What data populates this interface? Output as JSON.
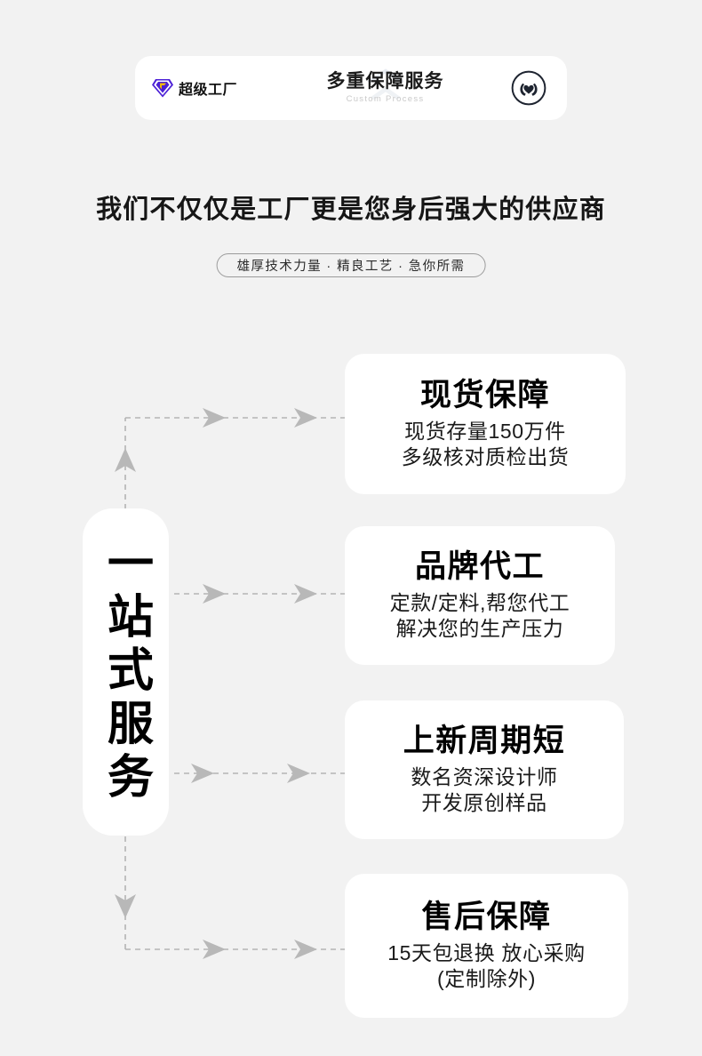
{
  "header": {
    "brand_label": "超级工厂",
    "brand_icon": "diamond-icon",
    "title": "多重保障服务",
    "subtitle": "Custom Process",
    "right_icon": "hands-heart-icon",
    "colors": {
      "diamond_purple": "#4b1fd6",
      "diamond_gold": "#f2b705",
      "background": "#ffffff"
    }
  },
  "headline": "我们不仅仅是工厂更是您身后强大的供应商",
  "pill": {
    "text": "雄厚技术力量  ·  精良工艺  ·  急你所需"
  },
  "vertical_card": {
    "text": "一站式服务"
  },
  "cards": [
    {
      "title": "现货保障",
      "line1": "现货存量150万件",
      "line2": "多级核对质检出货"
    },
    {
      "title": "品牌代工",
      "line1": "定款/定料,帮您代工",
      "line2": "解决您的生产压力"
    },
    {
      "title": "上新周期短",
      "line1": "数名资深设计师",
      "line2": "开发原创样品"
    },
    {
      "title": "售后保障",
      "line1": "15天包退换 放心采购",
      "line2": "(定制除外)"
    }
  ],
  "theme": {
    "page_background": "#f2f2f2",
    "card_background": "#ffffff",
    "text_primary": "#000000",
    "connector_gray": "#b4b4b4",
    "arrow_gray": "#b8b8b8"
  }
}
